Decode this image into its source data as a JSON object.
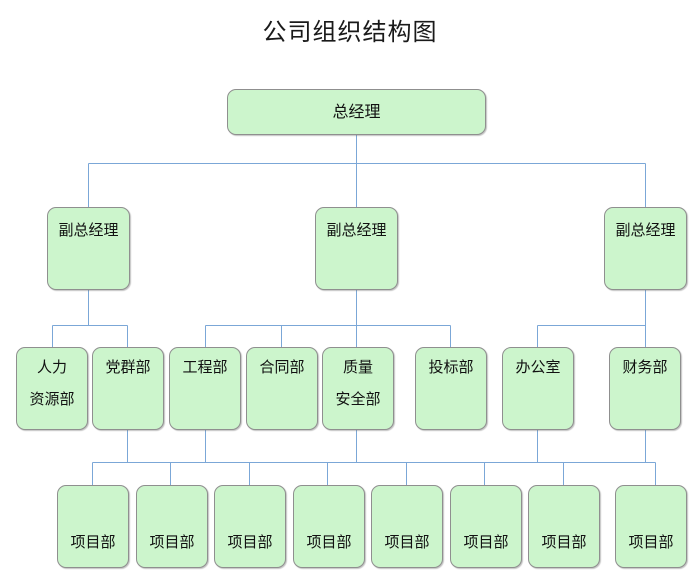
{
  "chart": {
    "title": "公司组织结构图",
    "type": "org-chart",
    "colors": {
      "node_fill": "#ccf5cc",
      "node_border": "#8f8f8f",
      "connector": "#7ba7d7",
      "text": "#111111",
      "background": "#ffffff"
    },
    "levels": [
      {
        "level": 1,
        "name": "executive",
        "nodes": [
          {
            "id": "ceo",
            "label": "总经理",
            "lines": [
              "总经理"
            ]
          }
        ]
      },
      {
        "level": 2,
        "name": "vice-presidents",
        "nodes": [
          {
            "id": "vp-left",
            "label": "副总经理",
            "lines": [
              "副总经理"
            ]
          },
          {
            "id": "vp-center",
            "label": "副总经理",
            "lines": [
              "副总经理"
            ]
          },
          {
            "id": "vp-right",
            "label": "副总经理",
            "lines": [
              "副总经理"
            ]
          }
        ]
      },
      {
        "level": 3,
        "name": "departments",
        "nodes": [
          {
            "id": "dept-hr",
            "label": "人力资源部",
            "lines": [
              "人力",
              "资源部"
            ]
          },
          {
            "id": "dept-party",
            "label": "党群部",
            "lines": [
              "党群部"
            ]
          },
          {
            "id": "dept-engineering",
            "label": "工程部",
            "lines": [
              "工程部"
            ]
          },
          {
            "id": "dept-contract",
            "label": "合同部",
            "lines": [
              "合同部"
            ]
          },
          {
            "id": "dept-quality-safety",
            "label": "质量安全部",
            "lines": [
              "质量",
              "安全部"
            ]
          },
          {
            "id": "dept-bidding",
            "label": "投标部",
            "lines": [
              "投标部"
            ]
          },
          {
            "id": "dept-office",
            "label": "办公室",
            "lines": [
              "办公室"
            ]
          },
          {
            "id": "dept-finance",
            "label": "财务部",
            "lines": [
              "财务部"
            ]
          }
        ]
      },
      {
        "level": 4,
        "name": "project-teams",
        "nodes": [
          {
            "id": "project-1",
            "label": "项目部",
            "lines": [
              "项目部"
            ]
          },
          {
            "id": "project-2",
            "label": "项目部",
            "lines": [
              "项目部"
            ]
          },
          {
            "id": "project-3",
            "label": "项目部",
            "lines": [
              "项目部"
            ]
          },
          {
            "id": "project-4",
            "label": "项目部",
            "lines": [
              "项目部"
            ]
          },
          {
            "id": "project-5",
            "label": "项目部",
            "lines": [
              "项目部"
            ]
          },
          {
            "id": "project-6",
            "label": "项目部",
            "lines": [
              "项目部"
            ]
          },
          {
            "id": "project-7",
            "label": "项目部",
            "lines": [
              "项目部"
            ]
          },
          {
            "id": "project-8",
            "label": "项目部",
            "lines": [
              "项目部"
            ]
          }
        ]
      }
    ]
  }
}
